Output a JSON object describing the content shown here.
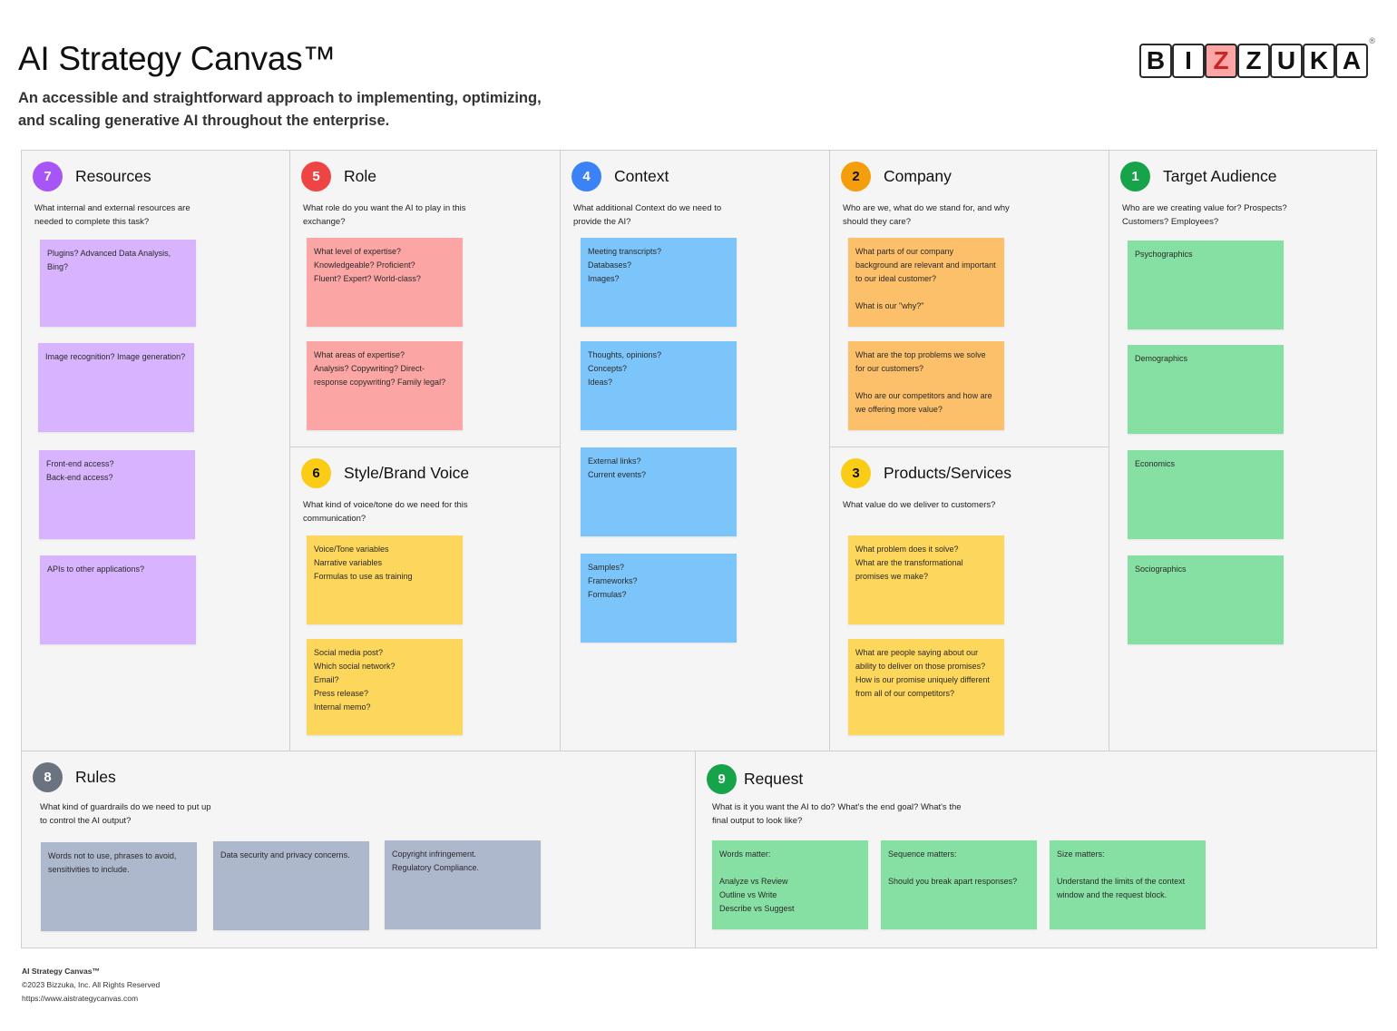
{
  "header": {
    "title": "AI Strategy Canvas™",
    "subtitle": "An accessible and straightforward approach to implementing, optimizing, and scaling generative AI throughout the enterprise.",
    "logo_letters": [
      "B",
      "I",
      "Z",
      "Z",
      "U",
      "K",
      "A"
    ],
    "logo_text": "BIZZUKA"
  },
  "sections": {
    "resources": {
      "number": "7",
      "color": "#a855f7",
      "title": "Resources",
      "desc": "What internal and external resources are needed to complete this task?",
      "notes": [
        "Plugins? Advanced Data Analysis, Bing?",
        "Image recognition? Image generation?",
        "Front-end access?\nBack-end access?",
        "APIs to other applications?"
      ]
    },
    "role": {
      "number": "5",
      "color": "#ef4444",
      "title": "Role",
      "desc": "What role do you want the AI to play in this exchange?",
      "notes": [
        "What level of expertise?\nKnowledgeable? Proficient?\nFluent? Expert? World-class?",
        "What areas of expertise?\nAnalysis? Copywriting? Direct-response copywriting? Family legal?"
      ]
    },
    "style": {
      "number": "6",
      "color": "#facc15",
      "title": "Style/Brand Voice",
      "desc": "What kind of voice/tone do we need for this communication?",
      "notes": [
        "Voice/Tone variables\nNarrative variables\nFormulas to use as training",
        "Social media post?\nWhich social network?\nEmail?\nPress release?\nInternal memo?"
      ]
    },
    "context": {
      "number": "4",
      "color": "#3b82f6",
      "title": "Context",
      "desc": "What additional Context do we need to provide the AI?",
      "notes": [
        "Meeting transcripts?\nDatabases?\nImages?",
        "Thoughts, opinions?\nConcepts?\nIdeas?",
        "External links?\nCurrent events?",
        "Samples?\nFrameworks?\nFormulas?"
      ]
    },
    "company": {
      "number": "2",
      "color": "#f59e0b",
      "title": "Company",
      "desc": "Who are we, what do we stand for, and why should they care?",
      "notes": [
        "What parts of our company background are relevant and important to our ideal customer?\n\nWhat is our \"why?\"",
        "What are the top problems we solve for our customers?\n\nWho are our competitors and how are we offering more value?"
      ]
    },
    "products": {
      "number": "3",
      "color": "#facc15",
      "title": "Products/Services",
      "desc": "What value do we deliver to customers?",
      "notes": [
        "What problem does it solve?\nWhat are the transformational promises we make?",
        "What are people saying about our ability to deliver on those promises?\nHow is our promise uniquely different from all of our competitors?"
      ]
    },
    "audience": {
      "number": "1",
      "color": "#16a34a",
      "title": "Target Audience",
      "desc": "Who are we creating value for? Prospects? Customers? Employees?",
      "notes": [
        "Psychographics",
        "Demographics",
        "Economics",
        "Sociographics"
      ]
    },
    "rules": {
      "number": "8",
      "color": "#6b7280",
      "title": "Rules",
      "desc": "What kind of guardrails do we need to put up to control the AI output?",
      "notes": [
        "Words not to use, phrases to avoid, sensitivities to include.",
        "Data security and privacy concerns.",
        "Copyright infringement.\nRegulatory Compliance."
      ]
    },
    "request": {
      "number": "9",
      "color": "#16a34a",
      "title": "Request",
      "desc": "What is it you want the AI to do? What's the end goal? What's the final output to look like?",
      "notes": [
        "Words matter:\n\nAnalyze vs Review\nOutline vs Write\nDescribe vs Suggest",
        "Sequence matters:\n\nShould you break apart responses?",
        "Size matters:\n\nUnderstand the limits of the context window and the request block."
      ]
    }
  },
  "footer": {
    "title": "AI Strategy Canvas™",
    "copyright": "©2023 Bizzuka, Inc. All Rights Reserved",
    "url": "https://www.aistrategycanvas.com"
  }
}
